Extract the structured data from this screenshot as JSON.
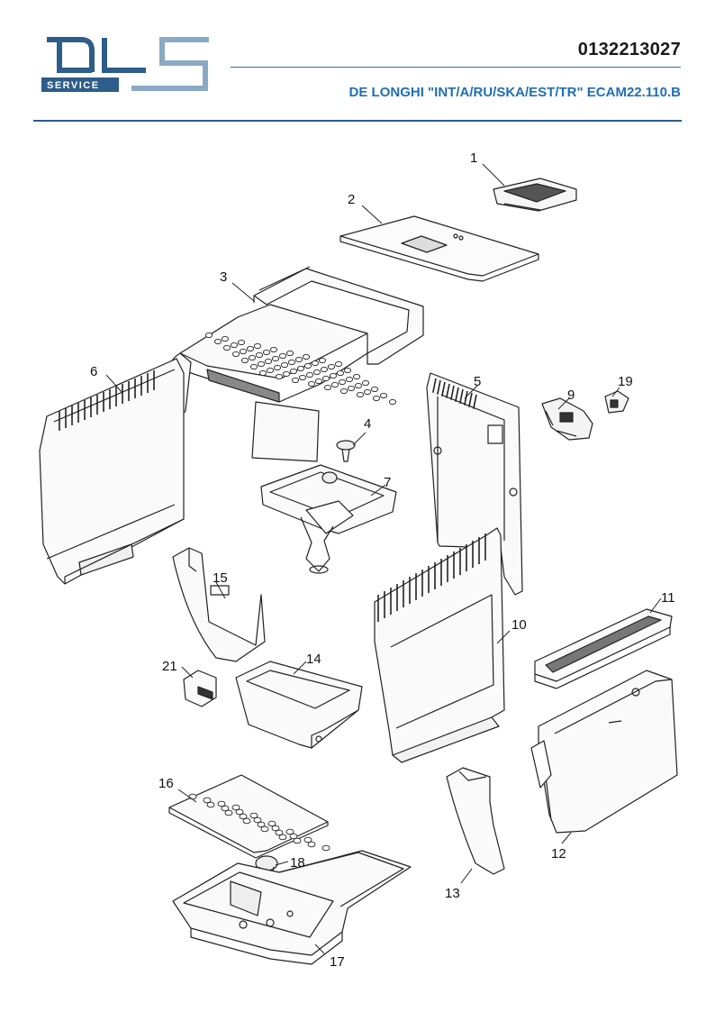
{
  "header": {
    "logo_text": "SERVICE",
    "part_number": "0132213027",
    "model": "DE LONGHI \"INT/A/RU/SKA/EST/TR\" ECAM22.110.B"
  },
  "colors": {
    "brand_dark": "#2d5d8a",
    "brand_light": "#8aa9c4",
    "model_text": "#1f6fb4"
  },
  "callouts": [
    "1",
    "2",
    "3",
    "4",
    "5",
    "6",
    "7",
    "9",
    "10",
    "11",
    "12",
    "13",
    "14",
    "15",
    "16",
    "17",
    "18",
    "19",
    "21"
  ]
}
